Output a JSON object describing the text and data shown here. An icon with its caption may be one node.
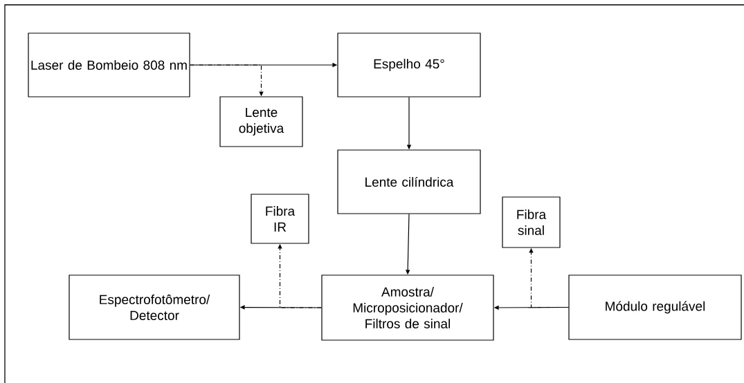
{
  "diagram": {
    "nodes": [
      {
        "text": [
          "Laser de Bombeio 808 nm"
        ]
      },
      {
        "text": [
          "Espelho 45°"
        ]
      },
      {
        "text": [
          "Lente objetiva"
        ]
      },
      {
        "text": [
          "Lente cilíndrica"
        ]
      },
      {
        "text": [
          "Fibra IR"
        ]
      },
      {
        "text": [
          "Espectrofotômetro/ Detector"
        ]
      },
      {
        "text": [
          "Amostra/ Microposicionador/ Filtros de sinal"
        ]
      },
      {
        "text": [
          "Fibra sinal"
        ]
      },
      {
        "text": [
          "Módulo regulável"
        ]
      }
    ],
    "edges": [
      {
        "from": 0,
        "to": 1,
        "arrow": "to"
      },
      {
        "from": 0,
        "to": 2,
        "arrow": "to",
        "style": "dashed"
      },
      {
        "from": 1,
        "to": 3,
        "arrow": "to"
      },
      {
        "from": 3,
        "to": 6,
        "arrow": "to"
      },
      {
        "from": 6,
        "to": 5,
        "arrow": "to"
      },
      {
        "from": 6,
        "to": 4,
        "arrow": "to",
        "style": "dashed"
      },
      {
        "from": 8,
        "to": 6,
        "arrow": "to"
      },
      {
        "from": 8,
        "to": 7,
        "arrow": "to",
        "style": "dashed"
      }
    ]
  }
}
